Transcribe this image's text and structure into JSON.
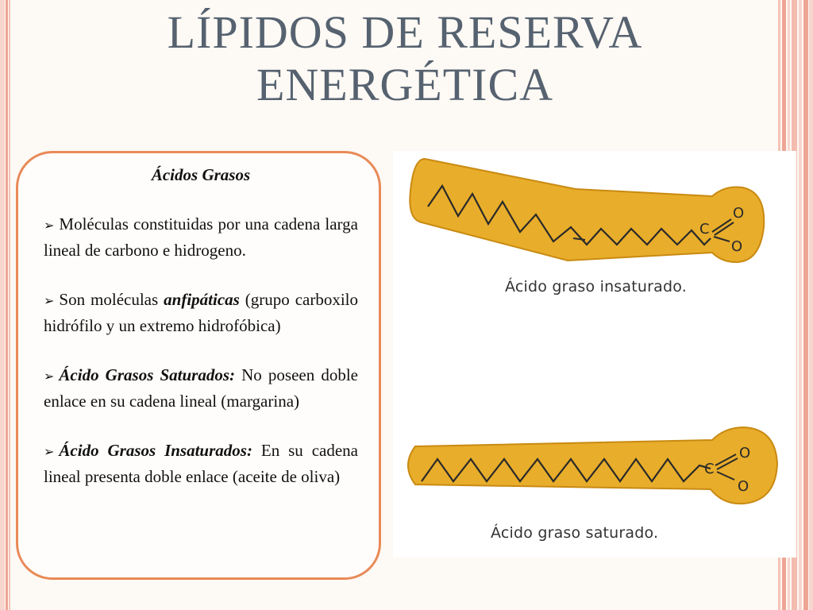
{
  "slide": {
    "title": "LÍPIDOS DE RESERVA ENERGÉTICA"
  },
  "text_box": {
    "heading": "Ácidos Grasos",
    "bullets": [
      {
        "text": "Moléculas constituidas por una cadena larga lineal de carbono e hidrogeno."
      },
      {
        "prefix": "Son moléculas",
        "emphasis": "anfipáticas",
        "suffix": "(grupo carboxilo hidrófilo y un extremo hidrofóbica)"
      },
      {
        "label": "Ácido Grasos Saturados:",
        "text": "No poseen doble enlace en su cadena lineal (margarina)"
      },
      {
        "label": "Ácido Grasos Insaturados:",
        "text": "En su cadena lineal presenta doble enlace (aceite de oliva)"
      }
    ]
  },
  "diagrams": {
    "unsaturated": {
      "caption": "Ácido graso insaturado.",
      "head_atoms": {
        "c": "C",
        "o_top": "O",
        "o_bottom": "O"
      }
    },
    "saturated": {
      "caption": "Ácido graso saturado.",
      "head_atoms": {
        "c": "C",
        "o_top": "O",
        "o_bottom": "O"
      }
    }
  },
  "colors": {
    "title": "#566270",
    "box_border": "#e88a58",
    "molecule_fill": "#e8ad2a",
    "molecule_stroke": "#c98a12",
    "chain": "#2a2a2a",
    "stripe_salmon": "#f0a99a",
    "stripe_light": "#f6d3c9"
  }
}
